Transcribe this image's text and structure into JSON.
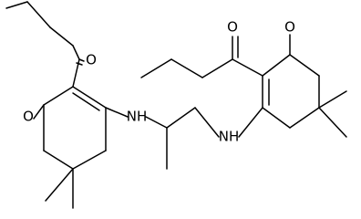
{
  "atoms": {
    "o_left_butanoyl": "O",
    "o_left_ring": "O",
    "nh_left": "NH",
    "nh_right": "NH",
    "o_right_butanoyl": "O",
    "o_right_ring": "O"
  },
  "colors": {
    "bond": "#000000",
    "background": "#ffffff"
  }
}
